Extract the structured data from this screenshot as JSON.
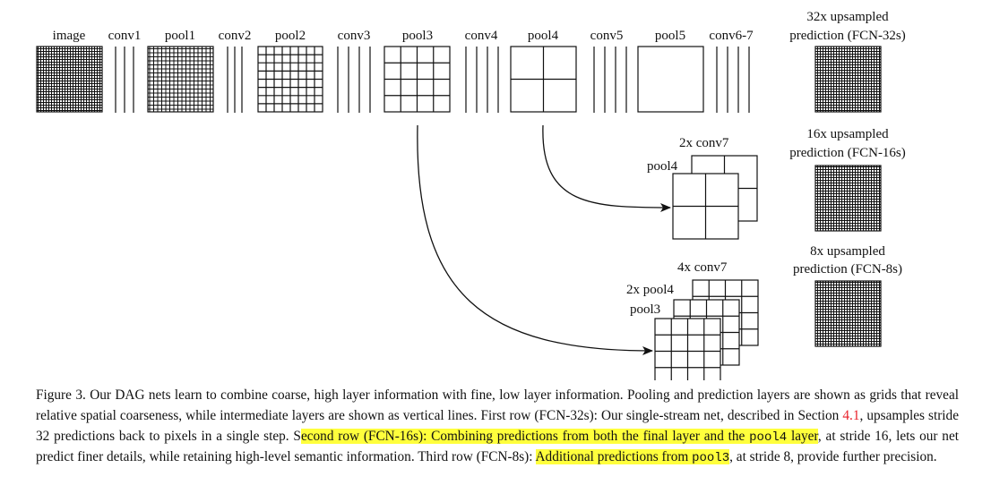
{
  "figure": {
    "top_labels": [
      "image",
      "conv1",
      "pool1",
      "conv2",
      "pool2",
      "conv3",
      "pool3",
      "conv4",
      "pool4",
      "conv5",
      "pool5",
      "conv6-7"
    ],
    "fcn32": {
      "line1": "32x upsampled",
      "line2": "prediction (FCN-32s)"
    },
    "fcn16": {
      "line1": "16x upsampled",
      "line2": "prediction (FCN-16s)"
    },
    "fcn8": {
      "line1": "8x upsampled",
      "line2": "prediction (FCN-8s)"
    },
    "row2_labels": {
      "conv7": "2x conv7",
      "pool4": "pool4"
    },
    "row3_labels": {
      "conv7": "4x conv7",
      "pool4": "2x pool4",
      "pool3": "pool3"
    }
  },
  "caption": {
    "part1": "Figure 3.  Our DAG nets learn to combine coarse, high layer information with fine, low layer information. Pooling and prediction layers are shown as grids that reveal relative spatial coarseness, while intermediate layers are shown as vertical lines. First row (FCN-32s): Our single-stream net, described in Section ",
    "section_ref": "4.1",
    "part2": ", upsamples stride 32 predictions back to pixels in a single step. S",
    "hl1": "econd row (FCN-16s): Combining predictions from both the final layer and the ",
    "hl1_code": "pool4",
    "hl1_end": " layer",
    "part3": ", at stride 16, lets our net predict finer details, while retaining high-level semantic information. Third row (FCN-8s): ",
    "hl2": "Additional predictions from ",
    "hl2_code": "pool3",
    "part4": ", at stride 8, provide further precision."
  }
}
